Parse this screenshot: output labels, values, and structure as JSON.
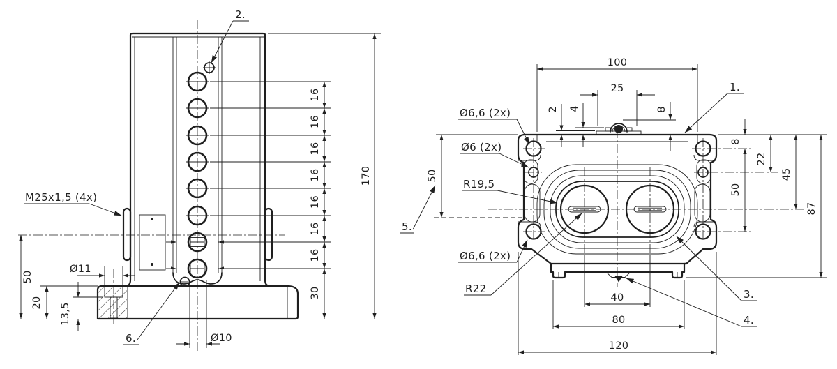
{
  "side_view": {
    "callout_2": "2.",
    "callout_6": "6.",
    "label_thread": "M25x1,5 (4x)",
    "label_dia11": "Ø11",
    "label_dia10": "Ø10",
    "dim_170": "170",
    "dim_16": "16",
    "dim_30": "30",
    "dim_50": "50",
    "dim_20": "20",
    "dim_13_5": "13,5"
  },
  "front_view": {
    "callout_1": "1.",
    "callout_3": "3.",
    "callout_4": "4.",
    "callout_5": "5.",
    "label_dia66_top": "Ø6,6 (2x)",
    "label_dia6": "Ø6 (2x)",
    "label_r19_5": "R19,5",
    "label_dia66_bottom": "Ø6,6 (2x)",
    "label_r22": "R22",
    "dim_100": "100",
    "dim_25": "25",
    "dim_2": "2",
    "dim_4": "4",
    "dim_8_terminal": "8",
    "dim_8_hole": "8",
    "dim_22": "22",
    "dim_45": "45",
    "dim_50_holes": "50",
    "dim_50_side": "50",
    "dim_87": "87",
    "dim_40": "40",
    "dim_80": "80",
    "dim_120": "120"
  },
  "colors": {
    "line": "#1f1f1f",
    "background": "#ffffff"
  }
}
